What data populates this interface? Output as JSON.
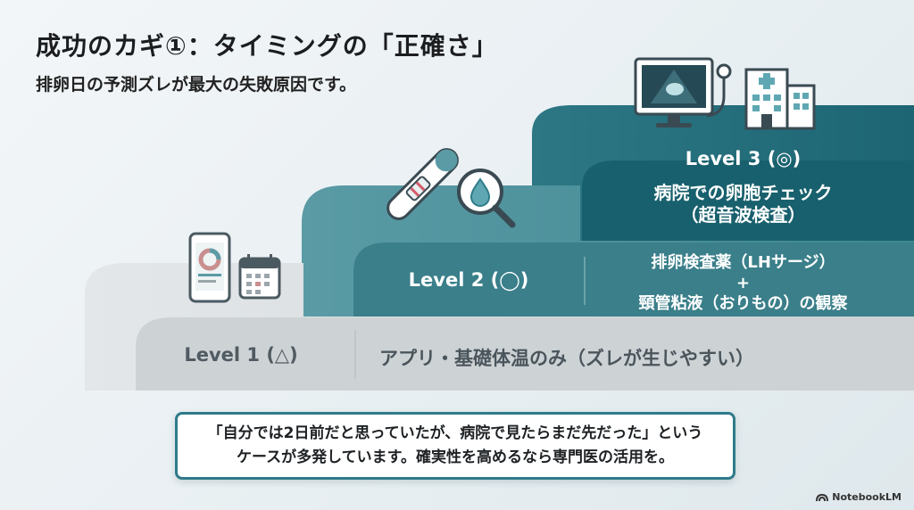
{
  "header": {
    "title": "成功のカギ①：タイミングの「正確さ」",
    "subtitle": "排卵日の予測ズレが最大の失敗原因です。"
  },
  "levels": [
    {
      "label": "Level 1 (△)",
      "description_lines": [
        "アプリ・基礎体温のみ（ズレが生じやすい）"
      ],
      "icons": [
        "smartphone-chart-icon",
        "calendar-icon"
      ]
    },
    {
      "label": "Level 2 (◯)",
      "description_lines": [
        "排卵検査薬（LHサージ）",
        "+",
        "頸管粘液（おりもの）の観察"
      ],
      "icons": [
        "ovulation-test-stick-icon",
        "magnifier-drop-icon"
      ]
    },
    {
      "label": "Level 3 (◎)",
      "description_lines": [
        "病院での卵胞チェック",
        "（超音波検査）"
      ],
      "icons": [
        "ultrasound-monitor-icon",
        "hospital-icon"
      ]
    }
  ],
  "callout": {
    "line1": "「自分では2日前だと思っていたが、病院で見たらまだ先だった」という",
    "line2": "ケースが多発しています。確実性を高めるなら専門医の活用を。"
  },
  "brand": {
    "name": "NotebookLM"
  },
  "colors": {
    "level1": "#d2d6d9",
    "level2": "#3e8893",
    "level3": "#1c6a78",
    "accent": "#2f7b89"
  }
}
